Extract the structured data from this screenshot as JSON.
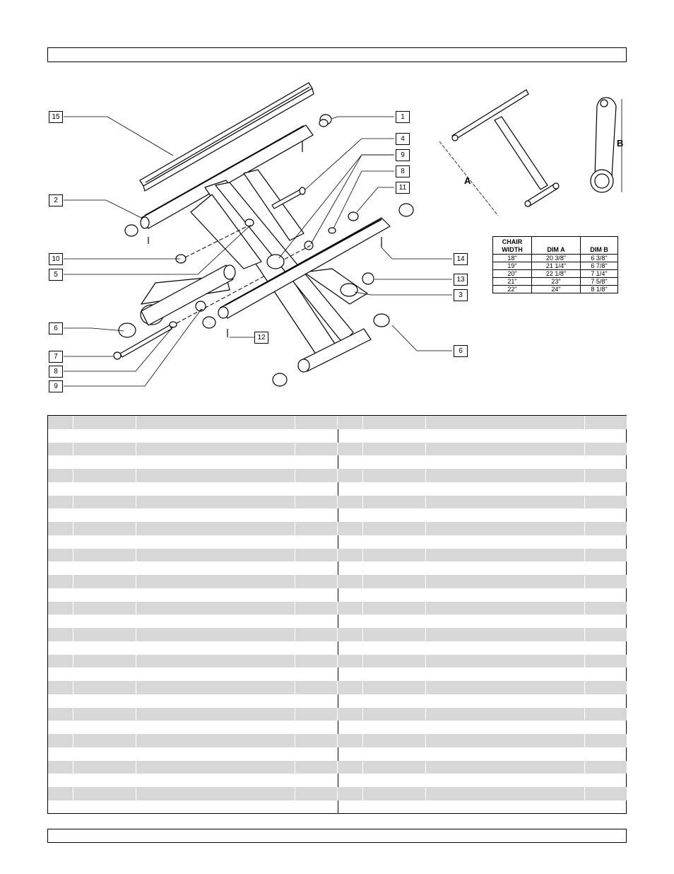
{
  "diagram": {
    "callouts": [
      "15",
      "1",
      "4",
      "9",
      "8",
      "11",
      "2",
      "10",
      "5",
      "14",
      "13",
      "3",
      "6",
      "7",
      "8",
      "9",
      "12",
      "6"
    ]
  },
  "dimensions": {
    "letter_a": "A",
    "letter_b": "B",
    "table": {
      "headers": [
        "CHAIR WIDTH",
        "DIM A",
        "DIM B"
      ],
      "rows": [
        [
          "18\"",
          "20 3/8\"",
          "6 3/8\""
        ],
        [
          "19\"",
          "21 1/4\"",
          "6 7/8\""
        ],
        [
          "20\"",
          "22 1/8\"",
          "7 1/4\""
        ],
        [
          "21\"",
          "23\"",
          "7 5/8\""
        ],
        [
          "22\"",
          "24\"",
          "8 1/8\""
        ]
      ]
    }
  }
}
